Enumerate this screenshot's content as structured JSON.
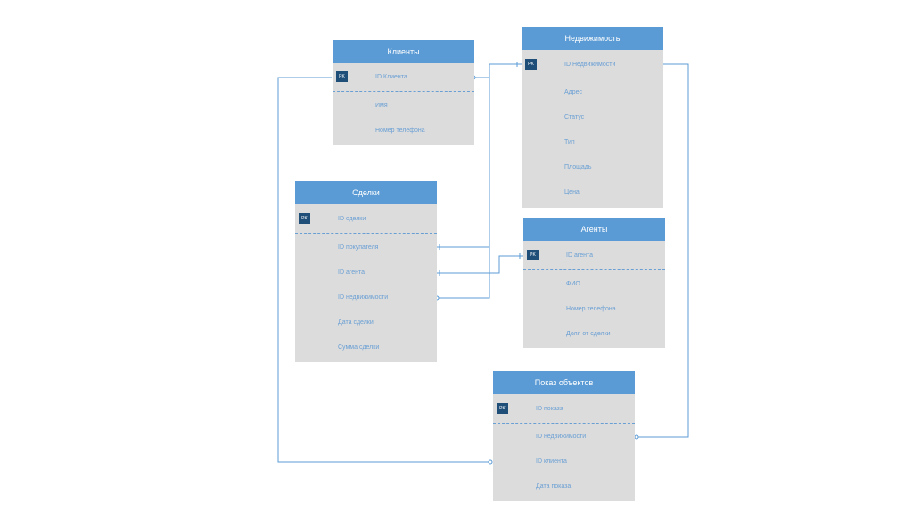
{
  "pk_label": "PK",
  "colors": {
    "header": "#5b9bd5",
    "body": "#dcdcdc",
    "pk_badge": "#1f4e79",
    "field_text": "#6a9fd4",
    "line": "#5b9bd5"
  },
  "entities": {
    "clients": {
      "title": "Клиенты",
      "fields": [
        "ID Клиента",
        "Имя",
        "Номер телефона"
      ]
    },
    "property": {
      "title": "Недвижимость",
      "fields": [
        "ID Недвижимости",
        "Адрес",
        "Статус",
        "Тип",
        "Площадь",
        "Цена"
      ]
    },
    "deals": {
      "title": "Сделки",
      "fields": [
        "ID сделки",
        "ID покупателя",
        "ID агента",
        "ID недвижимости",
        "Дата сделки",
        "Сумма сделки"
      ]
    },
    "agents": {
      "title": "Агенты",
      "fields": [
        "ID агента",
        "ФИО",
        "Номер телефона",
        "Доля от сделки"
      ]
    },
    "showings": {
      "title": "Показ объектов",
      "fields": [
        "ID показа",
        "ID недвижимости",
        "ID клиента",
        "Дата показа"
      ]
    }
  }
}
